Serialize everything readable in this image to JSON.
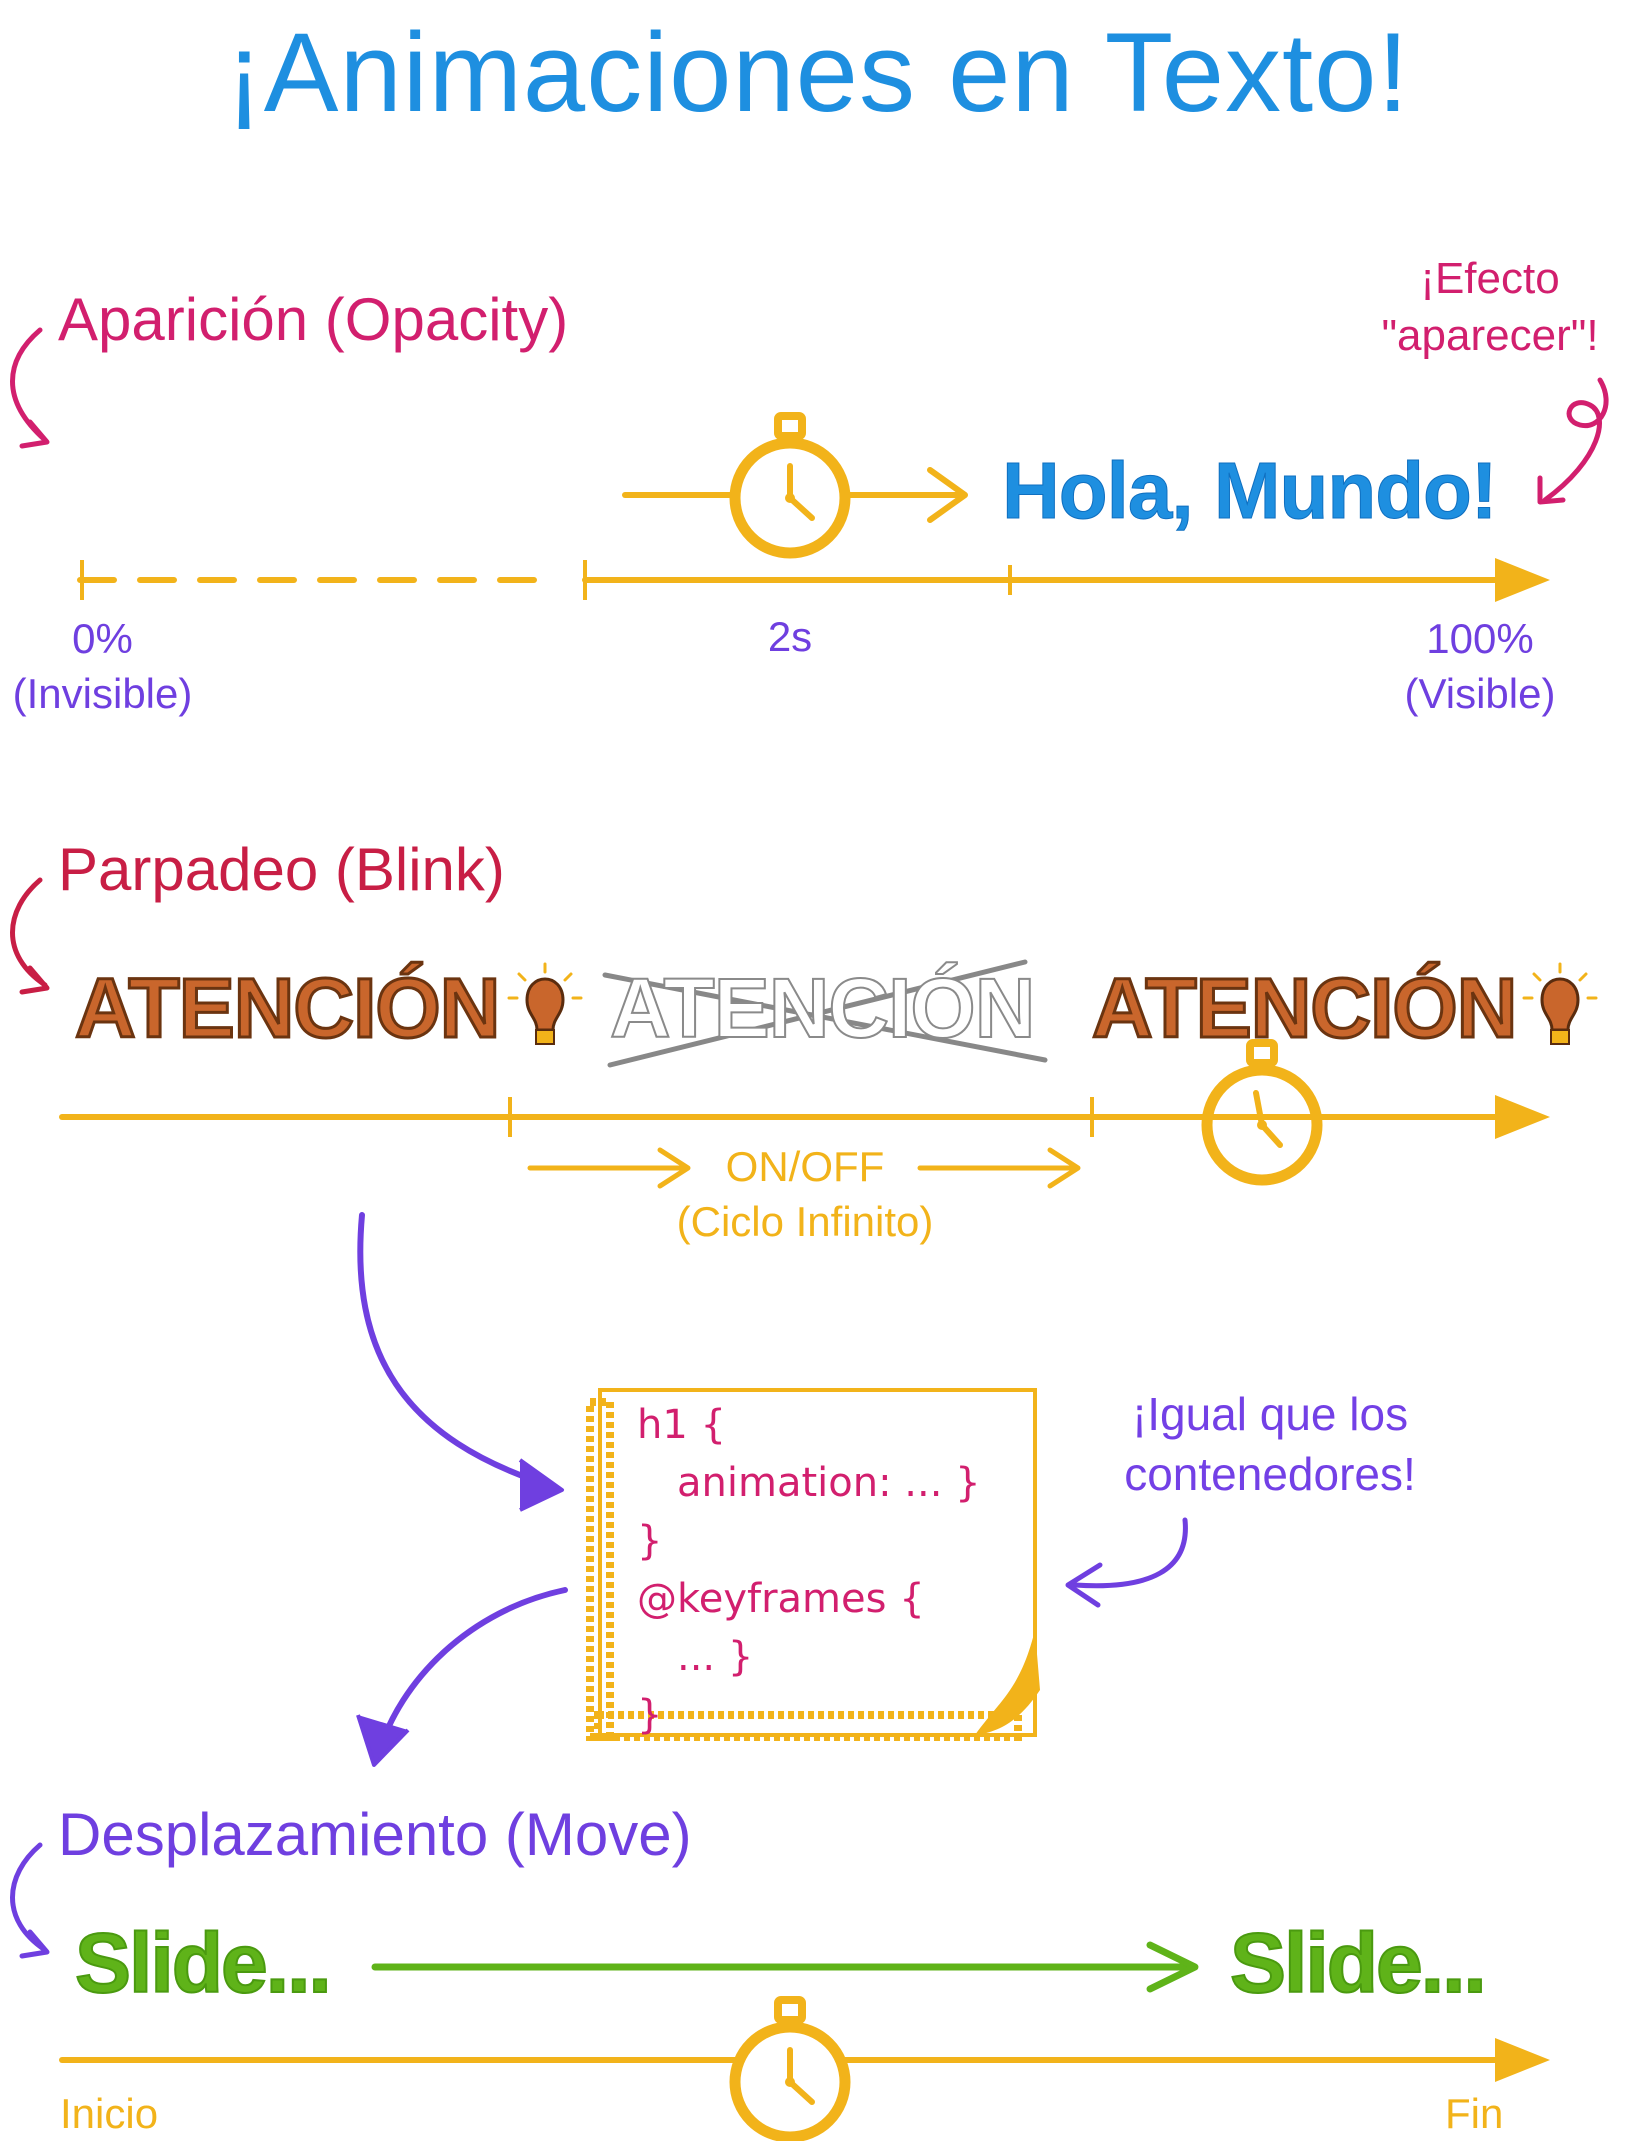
{
  "title": "¡Animaciones en Texto!",
  "colors": {
    "title_blue": "#1e8fe0",
    "timeline_yellow": "#f2b31a",
    "pink": "#d21f6e",
    "crimson": "#c81e45",
    "purple": "#6f3fe0",
    "blink_orange": "#c9662c",
    "slide_green": "#5fb319"
  },
  "opacity_section": {
    "heading": "Aparición (Opacity)",
    "note": [
      "¡Efecto",
      "\"aparecer\"!"
    ],
    "demo_text": "Hola, Mundo!",
    "start_label": [
      "0%",
      "(Invisible)"
    ],
    "mid_label": "2s",
    "end_label": [
      "100%",
      "(Visible)"
    ]
  },
  "blink_section": {
    "heading": "Parpadeo (Blink)",
    "word_on_1": "ATENCIÓN",
    "word_off": "ATENCIÓN",
    "word_on_2": "ATENCIÓN",
    "cycle_label": [
      "ON/OFF",
      "(Ciclo Infinito)"
    ]
  },
  "code_box": {
    "lines": [
      "h1 {",
      "animation: ... }",
      "}",
      "@keyframes {",
      "... }",
      "}"
    ],
    "note": [
      "¡Igual que los",
      "contenedores!"
    ]
  },
  "move_section": {
    "heading": "Desplazamiento (Move)",
    "word_start": "Slide...",
    "word_end": "Slide...",
    "start_label": "Inicio",
    "end_label": "Fin"
  },
  "icons": [
    "stopwatch-icon",
    "lightbulb-icon",
    "arrow-icon"
  ]
}
